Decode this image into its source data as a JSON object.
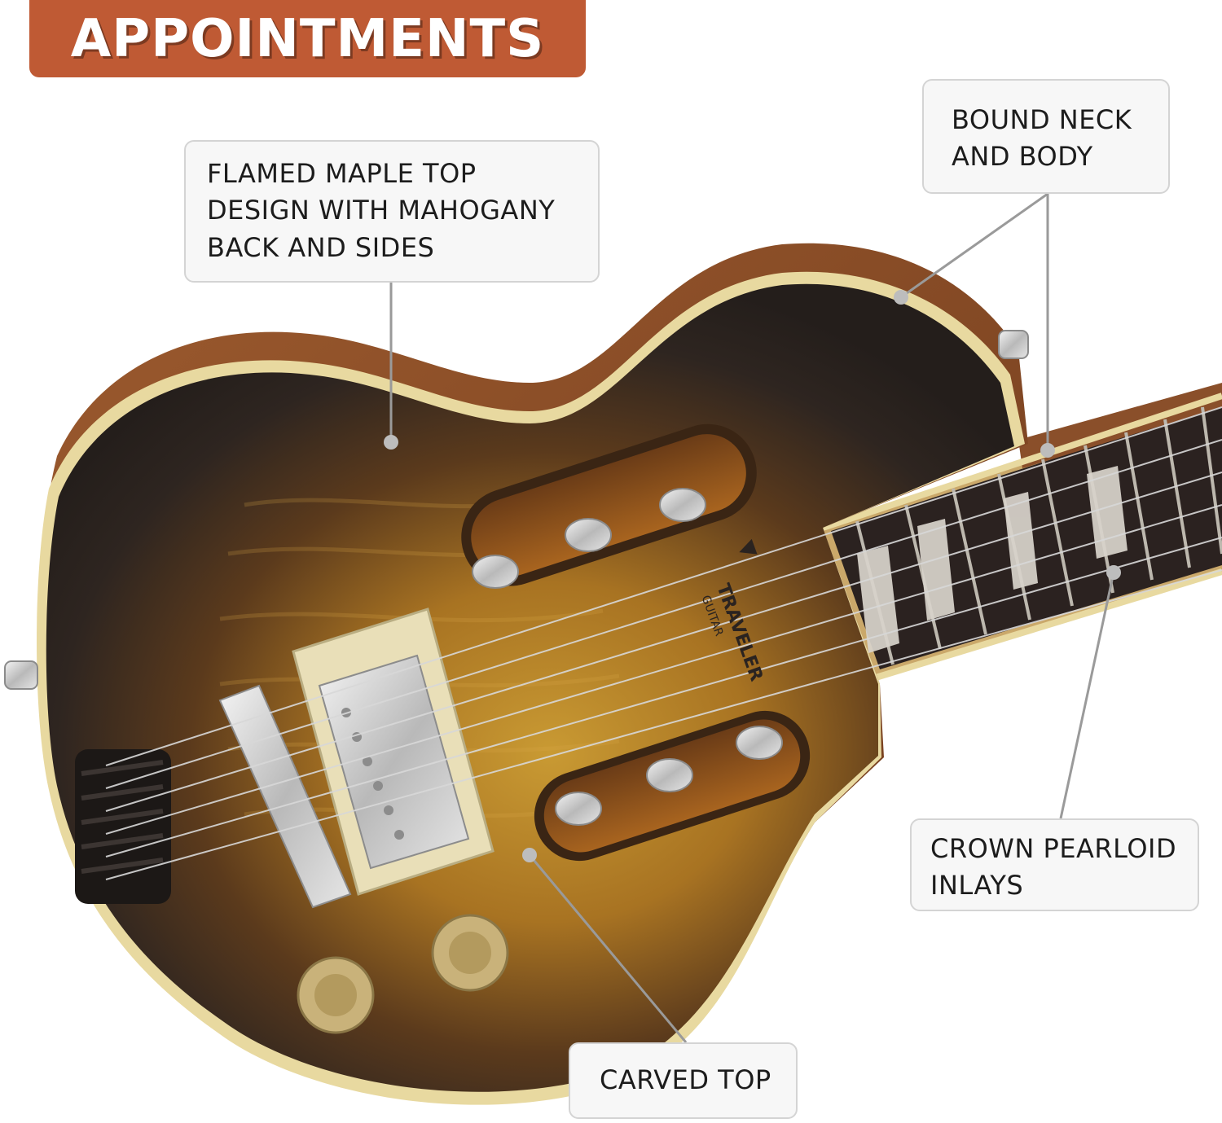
{
  "header": {
    "title": "APPOINTMENTS"
  },
  "callouts": {
    "flamed_maple": {
      "lines": [
        "FLAMED MAPLE TOP",
        "DESIGN WITH MAHOGANY",
        "BACK AND SIDES"
      ]
    },
    "bound_neck": {
      "lines": [
        "BOUND NECK",
        "AND BODY"
      ]
    },
    "crown_inlays": {
      "lines": [
        "CROWN PEARLOID",
        "INLAYS"
      ]
    },
    "carved_top": {
      "lines": [
        "CARVED TOP"
      ]
    }
  },
  "brand_mark": {
    "lines": [
      "TRAVELER",
      "GUITAR"
    ]
  },
  "colors": {
    "header_bg": "#bf5a34",
    "callout_bg": "#f7f7f7",
    "binding": "#e8d9a0",
    "sunburst_center": "#c8962e",
    "sunburst_edge": "#2a2320",
    "mahogany": "#8a4f2a",
    "fretboard": "#2b2220",
    "chrome": "#d9d9d9"
  }
}
